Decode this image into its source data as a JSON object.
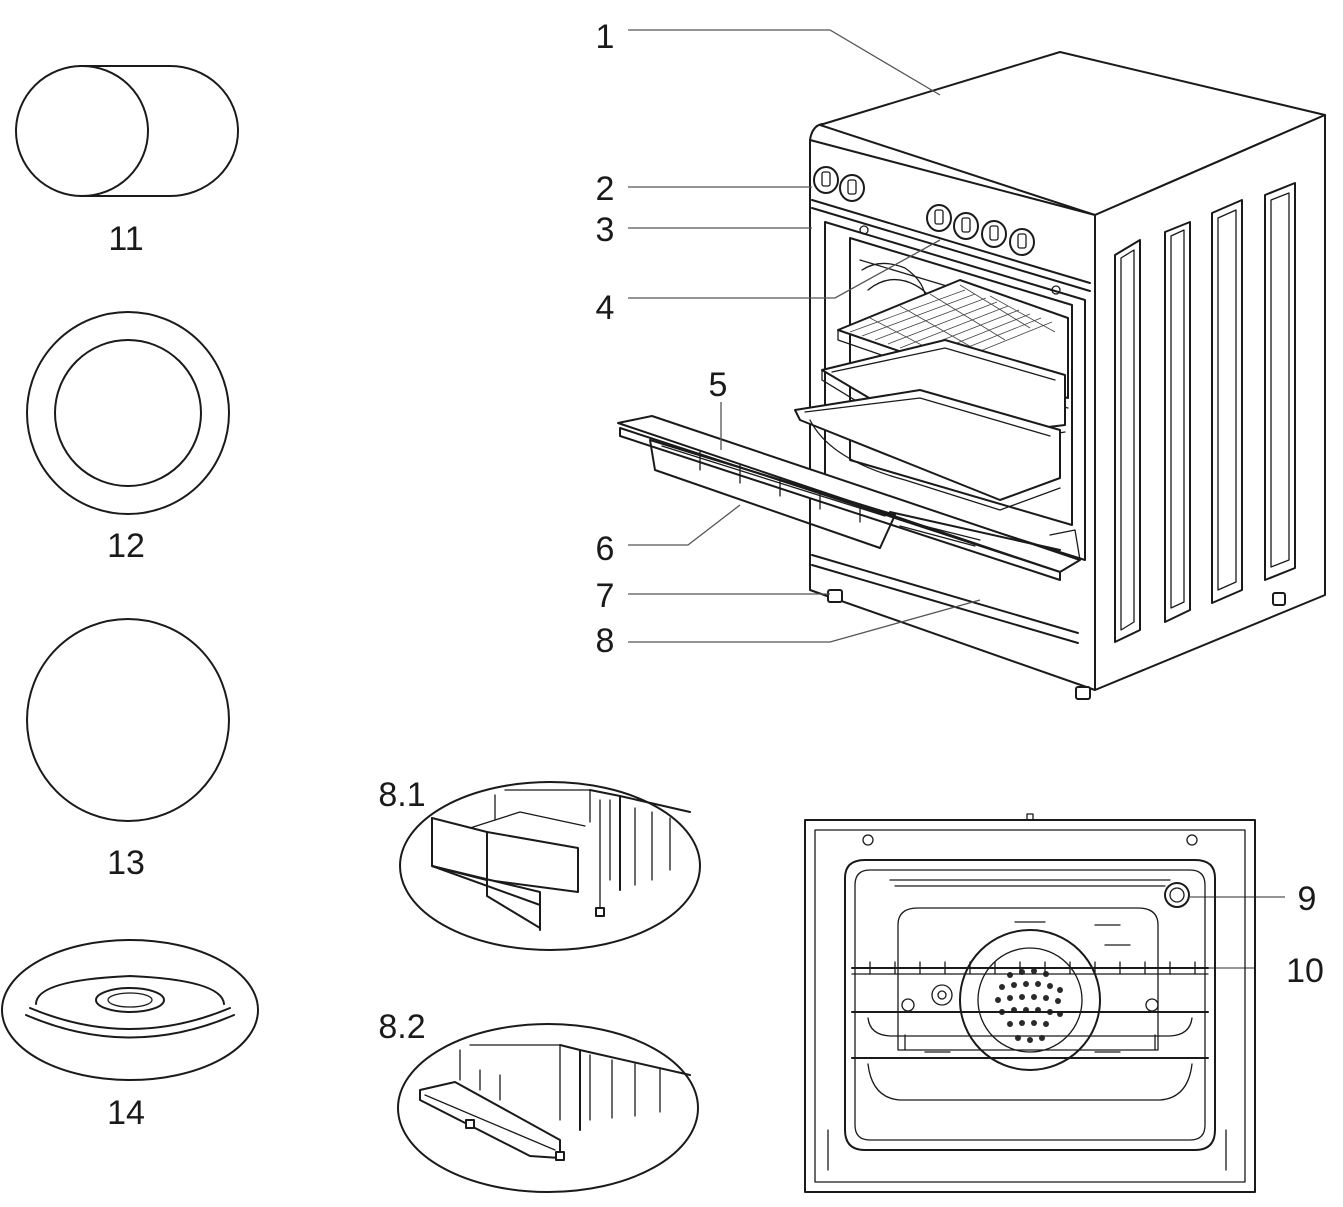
{
  "labels": {
    "l1": "1",
    "l2": "2",
    "l3": "3",
    "l4": "4",
    "l5": "5",
    "l6": "6",
    "l7": "7",
    "l8": "8",
    "l8_1": "8.1",
    "l8_2": "8.2",
    "l9": "9",
    "l10": "10",
    "l11": "11",
    "l12": "12",
    "l13": "13",
    "l14": "14"
  },
  "colors": {
    "line": "#1a1a1a",
    "leader": "#555555",
    "background": "#ffffff"
  }
}
